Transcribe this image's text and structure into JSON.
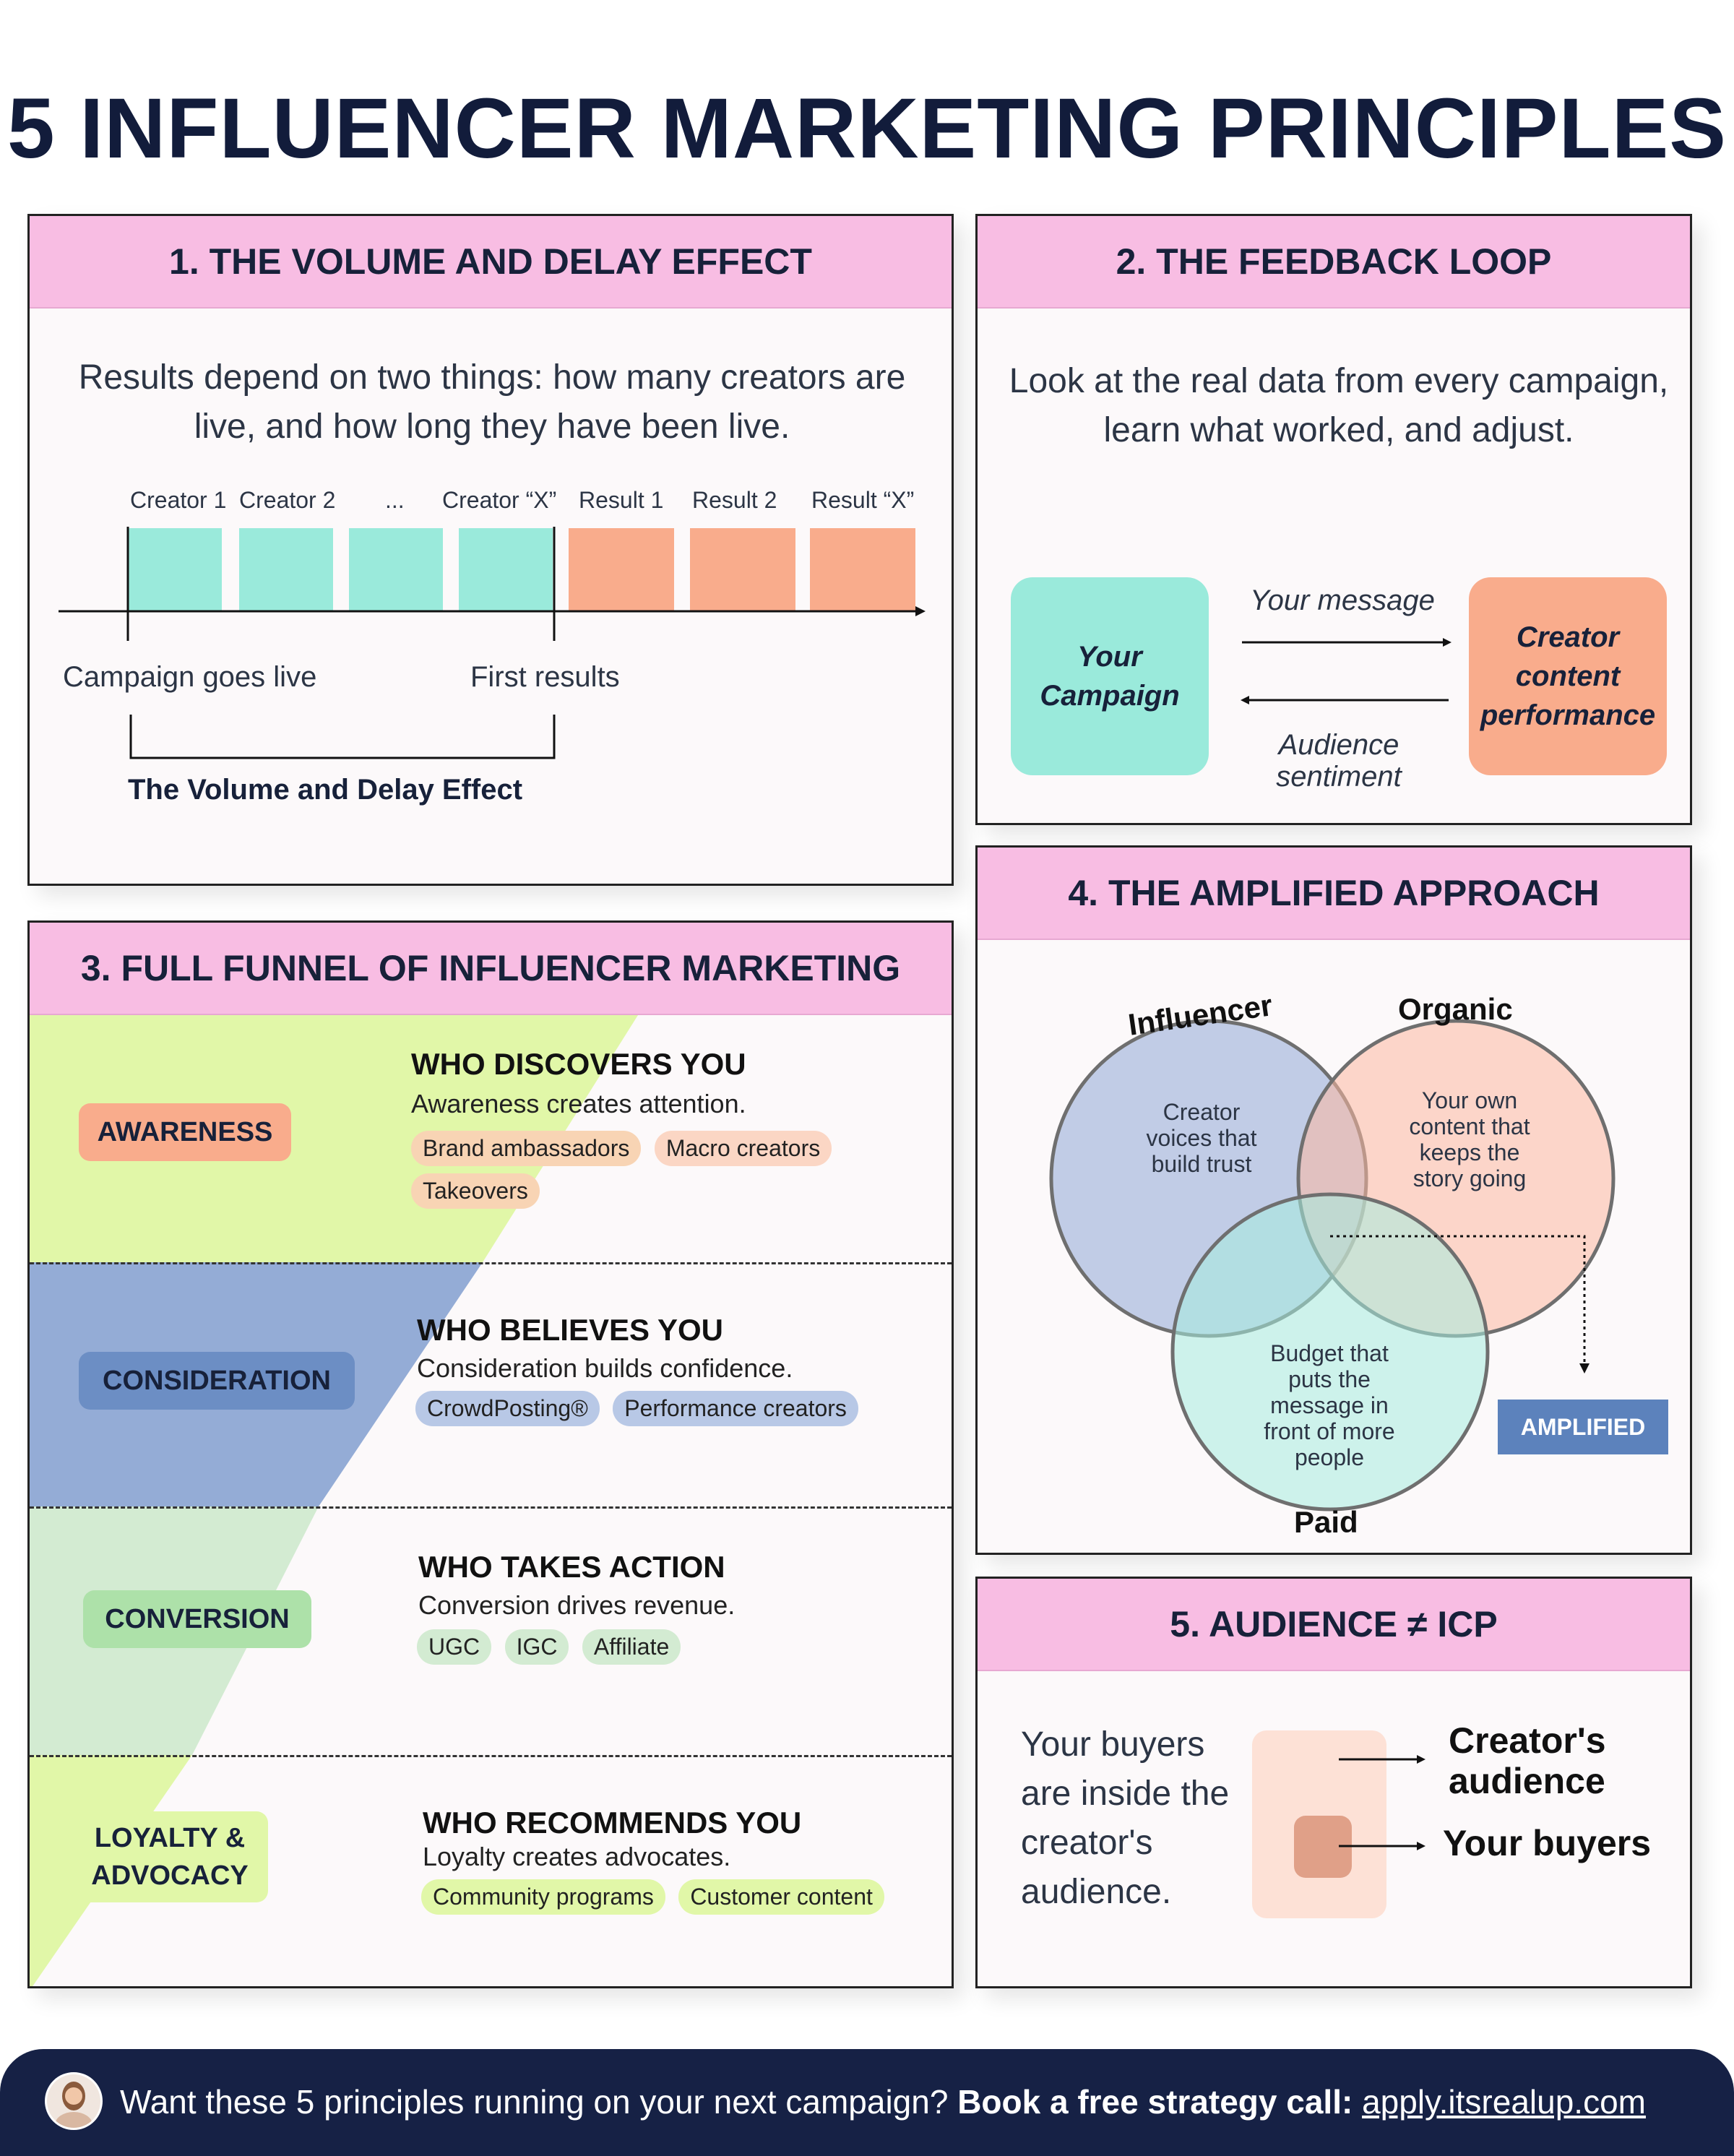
{
  "title": "5 INFLUENCER MARKETING PRINCIPLES",
  "colors": {
    "pink_header": "#f8bde3",
    "teal": "#9aeadb",
    "orange": "#f9ac8c",
    "navy": "#162145",
    "blue": "#6c8ec4",
    "lime": "#e1f7a8",
    "green": "#ade1a9"
  },
  "panel1": {
    "heading": "1. THE VOLUME AND DELAY EFFECT",
    "text": "Results depend on two things: how many creators are live, and how long they have been live.",
    "labels": [
      "Creator 1",
      "Creator 2",
      "...",
      "Creator “X”",
      "Result 1",
      "Result 2",
      "Result “X”"
    ],
    "campaign_live": "Campaign goes live",
    "first_results": "First results",
    "bracket_label": "The Volume and Delay Effect"
  },
  "panel2": {
    "heading": "2. THE FEEDBACK LOOP",
    "text": "Look at the real data from every campaign, learn what worked, and adjust.",
    "left_box": "Your Campaign",
    "right_box": "Creator content performance",
    "arrow_top": "Your message",
    "arrow_bottom": "Audience sentiment"
  },
  "panel3": {
    "heading": "3. FULL FUNNEL OF INFLUENCER MARKETING",
    "stages": [
      {
        "name": "AWARENESS",
        "title": "WHO DISCOVERS YOU",
        "desc": "Awareness creates attention.",
        "tags": [
          "Brand ambassadors",
          "Macro creators",
          "Takeovers"
        ]
      },
      {
        "name": "CONSIDERATION",
        "title": "WHO BELIEVES YOU",
        "desc": "Consideration builds confidence.",
        "tags": [
          "CrowdPosting®",
          "Performance creators"
        ]
      },
      {
        "name": "CONVERSION",
        "title": "WHO TAKES ACTION",
        "desc": "Conversion drives revenue.",
        "tags": [
          "UGC",
          "IGC",
          "Affiliate"
        ]
      },
      {
        "name": "LOYALTY & ADVOCACY",
        "title": "WHO RECOMMENDS YOU",
        "desc": "Loyalty creates advocates.",
        "tags": [
          "Community programs",
          "Customer content"
        ]
      }
    ]
  },
  "panel4": {
    "heading": "4. THE AMPLIFIED APPROACH",
    "influencer_label": "Influencer",
    "organic_label": "Organic",
    "paid_label": "Paid",
    "influencer_text": "Creator voices that build trust",
    "organic_text": "Your own content that keeps the story going",
    "paid_text": "Budget that puts the message in front of more people",
    "amplified": "AMPLIFIED"
  },
  "panel5": {
    "heading": "5. AUDIENCE ≠ ICP",
    "text": "Your buyers are inside the creator's audience.",
    "outer_label": "Creator's audience",
    "inner_label": "Your buyers"
  },
  "footer": {
    "lead": "Want these 5 principles running on your next campaign?",
    "cta": "Book a free strategy call:",
    "link": "apply.itsrealup.com"
  }
}
